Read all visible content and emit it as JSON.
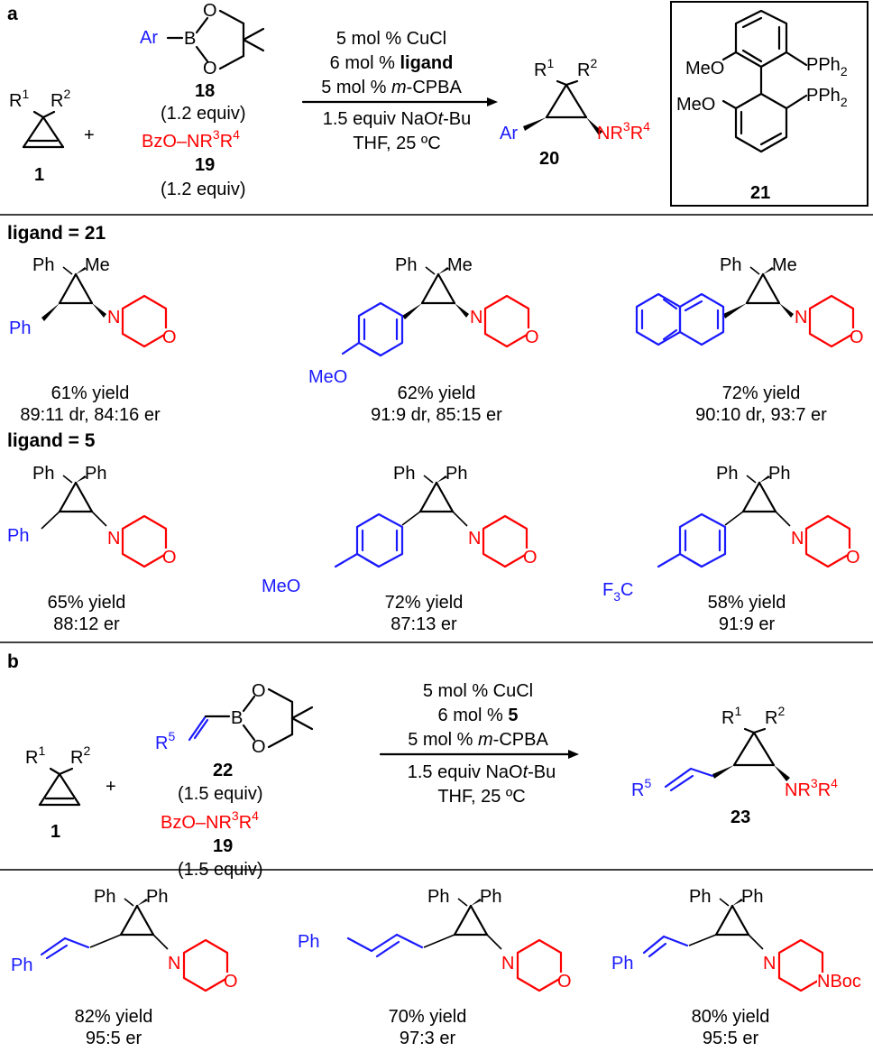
{
  "panel_a": {
    "label": "a",
    "reactant1": {
      "r1": "R",
      "r1_sup": "1",
      "r2": "R",
      "r2_sup": "2",
      "number": "1"
    },
    "plus": "+",
    "boronate": {
      "ar": "Ar",
      "b": "B",
      "o": "O",
      "number": "18",
      "equiv": "(1.2 equiv)"
    },
    "amine": {
      "text": "BzO–NR",
      "sup3": "3",
      "r4": "R",
      "sup4": "4",
      "number": "19",
      "equiv": "(1.2 equiv)"
    },
    "conditions": {
      "line1": "5 mol % CuCl",
      "line2_pre": "6 mol % ",
      "line2_bold": "ligand",
      "line3_pre": "5 mol % ",
      "line3_it": "m",
      "line3_post": "-CPBA",
      "line4_pre": "1.5 equiv NaO",
      "line4_it": "t",
      "line4_post": "-Bu",
      "line5": "THF, 25 ºC"
    },
    "product": {
      "ar": "Ar",
      "nr": "NR",
      "sup3": "3",
      "r4": "R",
      "sup4": "4",
      "number": "20"
    },
    "ligand_box": {
      "meo1": "MeO",
      "meo2": "MeO",
      "pph2_1": "PPh",
      "pph2_2": "PPh",
      "sub2": "2",
      "number": "21"
    }
  },
  "section_ligand21": {
    "header": "ligand = 21",
    "products": [
      {
        "sub1": "Ph",
        "sub2": "Me",
        "aryl": "Ph",
        "yield": "61% yield",
        "sel": "89:11 dr, 84:16 er"
      },
      {
        "sub1": "Ph",
        "sub2": "Me",
        "aryl": "MeO",
        "yield": "62% yield",
        "sel": "91:9 dr, 85:15 er"
      },
      {
        "sub1": "Ph",
        "sub2": "Me",
        "aryl": "",
        "yield": "72% yield",
        "sel": "90:10 dr, 93:7 er"
      }
    ]
  },
  "section_ligand5": {
    "header": "ligand = 5",
    "products": [
      {
        "sub1": "Ph",
        "sub2": "Ph",
        "aryl": "Ph",
        "yield": "65% yield",
        "sel": "88:12 er"
      },
      {
        "sub1": "Ph",
        "sub2": "Ph",
        "aryl": "MeO",
        "yield": "72% yield",
        "sel": "87:13 er"
      },
      {
        "sub1": "Ph",
        "sub2": "Ph",
        "aryl": "F",
        "aryl_sub": "3",
        "aryl_post": "C",
        "yield": "58% yield",
        "sel": "91:9 er"
      }
    ]
  },
  "panel_b": {
    "label": "b",
    "reactant1": {
      "r1": "R",
      "r1_sup": "1",
      "r2": "R",
      "r2_sup": "2",
      "number": "1"
    },
    "plus": "+",
    "boronate": {
      "r5": "R",
      "sup5": "5",
      "b": "B",
      "o": "O",
      "number": "22",
      "equiv": "(1.5 equiv)"
    },
    "amine": {
      "text": "BzO–NR",
      "sup3": "3",
      "r4": "R",
      "sup4": "4",
      "number": "19",
      "equiv": "(1.5 equiv)"
    },
    "conditions": {
      "line1": "5 mol % CuCl",
      "line2_pre": "6 mol % ",
      "line2_bold": "5",
      "line3_pre": "5 mol % ",
      "line3_it": "m",
      "line3_post": "-CPBA",
      "line4_pre": "1.5 equiv NaO",
      "line4_it": "t",
      "line4_post": "-Bu",
      "line5": "THF, 25 ºC"
    },
    "product": {
      "r5": "R",
      "sup5": "5",
      "nr": "NR",
      "sup3": "3",
      "r4": "R",
      "sup4": "4",
      "number": "23"
    }
  },
  "section_b_products": {
    "products": [
      {
        "sub1": "Ph",
        "sub2": "Ph",
        "vinyl": "Ph",
        "amine_n": "N",
        "amine_o": "O",
        "yield": "82% yield",
        "sel": "95:5 er"
      },
      {
        "sub1": "Ph",
        "sub2": "Ph",
        "vinyl": "Ph",
        "amine_n": "N",
        "amine_o": "O",
        "yield": "70% yield",
        "sel": "97:3 er"
      },
      {
        "sub1": "Ph",
        "sub2": "Ph",
        "vinyl": "Ph",
        "amine_n": "N",
        "amine_o": "NBoc",
        "yield": "80% yield",
        "sel": "95:5 er"
      }
    ]
  },
  "atoms": {
    "n": "N",
    "o": "O"
  },
  "colors": {
    "substrate_blue": "#1a1aff",
    "amine_red": "#ff0000",
    "bond_black": "#000000"
  }
}
